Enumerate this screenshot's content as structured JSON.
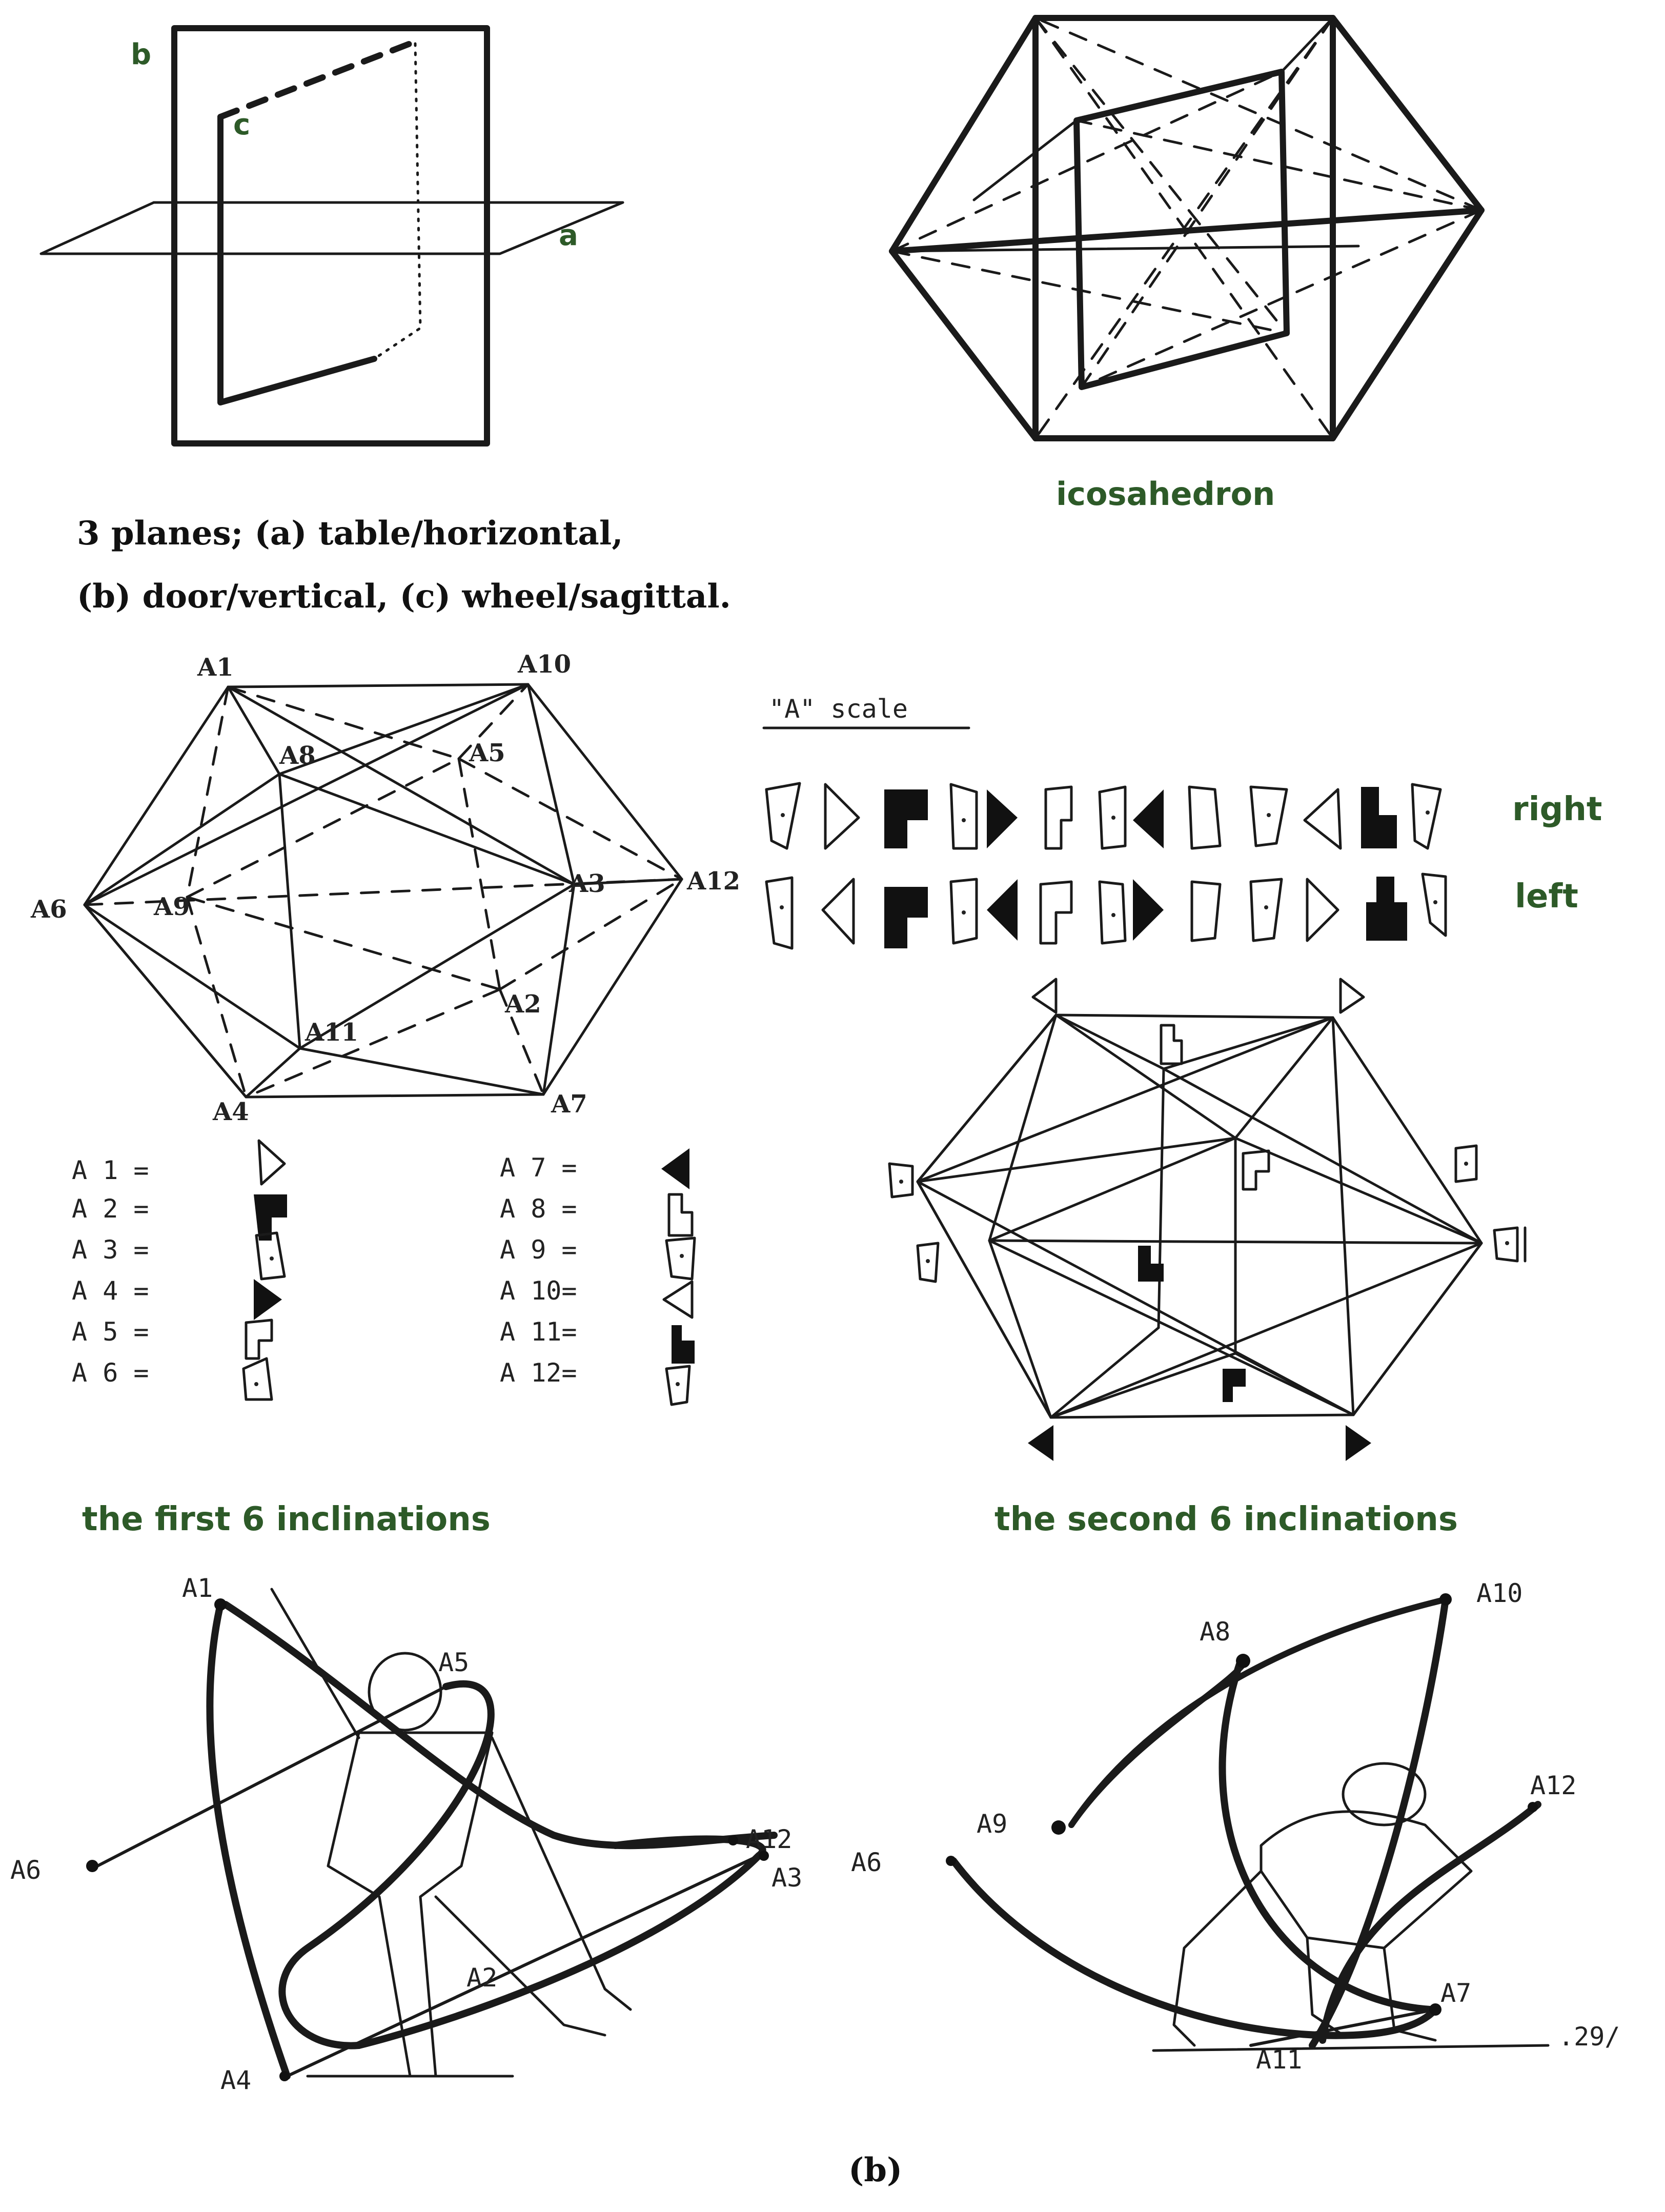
{
  "planes": {
    "labels": {
      "a": "a",
      "b": "b",
      "c": "c"
    },
    "caption_line1": "3 planes; (a) table/horizontal,",
    "caption_line2": "(b) door/vertical, (c) wheel/sagittal."
  },
  "icosahedron": {
    "title": "icosahedron"
  },
  "labeled_icosahedron": {
    "vertices": [
      "A1",
      "A10",
      "A8",
      "A5",
      "A6",
      "A9",
      "A3",
      "A12",
      "A11",
      "A2",
      "A4",
      "A7"
    ]
  },
  "a_scale": {
    "title": "\"A\" scale",
    "right_label": "right",
    "left_label": "left"
  },
  "legend": {
    "items": [
      "A 1 =",
      "A 2 =",
      "A 3 =",
      "A 4 =",
      "A 5 =",
      "A 6 =",
      "A 7 =",
      "A 8 =",
      "A 9 =",
      "A 10=",
      "A 11=",
      "A 12="
    ]
  },
  "headings": {
    "first": "the first 6 inclinations",
    "second": "the second  6 inclinations"
  },
  "figure_first": {
    "labels": [
      "A1",
      "A5",
      "A12",
      "A3",
      "A6",
      "A2",
      "A4"
    ]
  },
  "figure_second": {
    "labels": [
      "A10",
      "A8",
      "A12",
      "A9",
      "A6",
      "A7",
      "A11",
      ".29/"
    ]
  },
  "caption": "(b)",
  "colors": {
    "heading_green": "#2d5a28",
    "ink": "#1a1a1a"
  }
}
